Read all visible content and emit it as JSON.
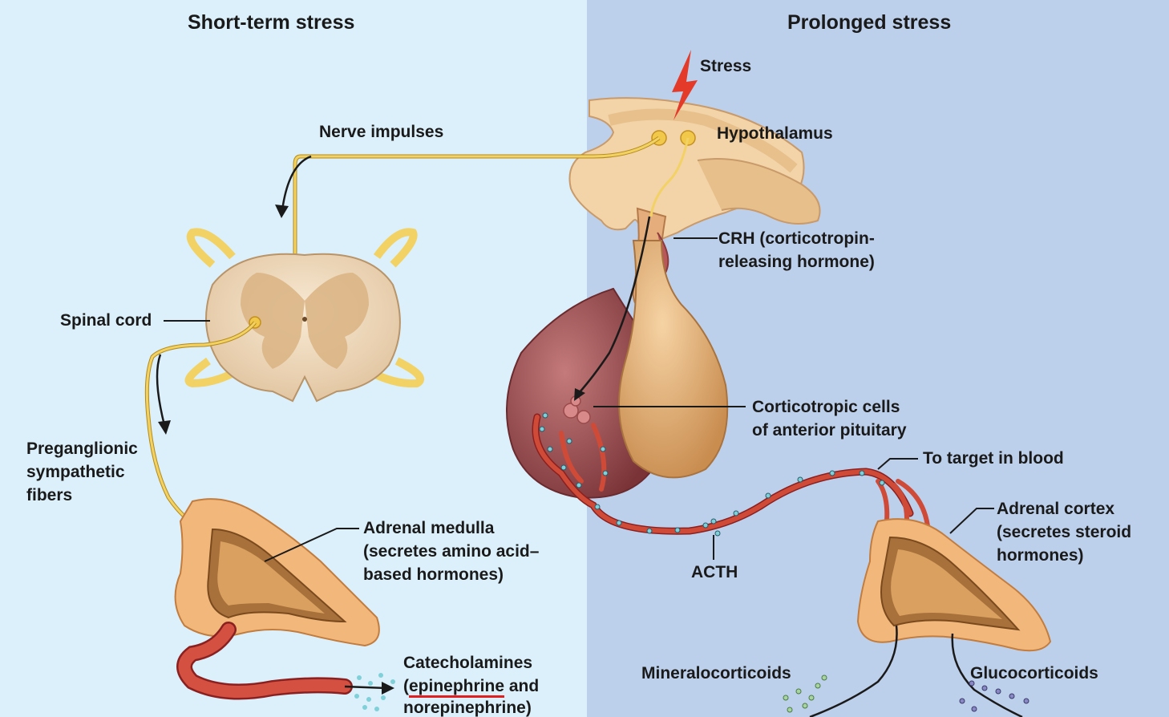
{
  "panels": {
    "left_title": "Short-term stress",
    "right_title": "Prolonged stress"
  },
  "labels": {
    "stress": "Stress",
    "hypothalamus": "Hypothalamus",
    "nerve_impulses": "Nerve impulses",
    "crh_line1": "CRH (corticotropin-",
    "crh_line2": "releasing hormone)",
    "spinal_cord": "Spinal cord",
    "corticotropic_line1": "Corticotropic cells",
    "corticotropic_line2": "of anterior pituitary",
    "to_target": "To target in blood",
    "preganglionic_line1": "Preganglionic",
    "preganglionic_line2": "sympathetic",
    "preganglionic_line3": "fibers",
    "adrenal_medulla_line1": "Adrenal medulla",
    "adrenal_medulla_line2": "(secretes amino acid–",
    "adrenal_medulla_line3": "based hormones)",
    "adrenal_cortex_line1": "Adrenal cortex",
    "adrenal_cortex_line2": "(secretes steroid",
    "adrenal_cortex_line3": "hormones)",
    "acth": "ACTH",
    "catecholamines_line1": "Catecholamines",
    "catecholamines_open": "(",
    "catecholamines_epinephrine": "epinephrine",
    "catecholamines_and": " and",
    "catecholamines_line3": "norepinephrine)",
    "mineralocorticoids": "Mineralocorticoids",
    "glucocorticoids": "Glucocorticoids"
  },
  "colors": {
    "left_bg": "#dcf0fb",
    "right_bg": "#bdd0eb",
    "nerve": "#e8c048",
    "vessel": "#c8402c",
    "highlight_underline": "#e02020",
    "stress_bolt": "#e43a2a"
  }
}
